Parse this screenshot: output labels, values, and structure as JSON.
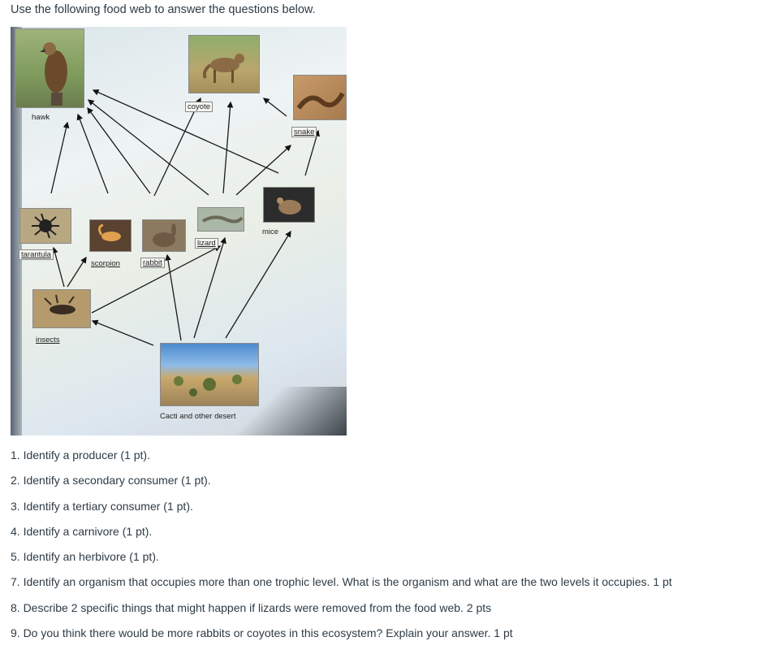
{
  "intro": "Use the following food web to answer the questions below.",
  "diagram": {
    "labels": {
      "hawk": "hawk",
      "coyote": "coyote",
      "snake": "snake",
      "mice": "mice",
      "tarantula": "tarantula",
      "scorpion": "scorpion",
      "rabbit": "rabbit",
      "lizard": "lizard",
      "insects": "insects",
      "producer": "Cacti and other desert"
    }
  },
  "questions": [
    "1.  Identify a producer (1 pt).",
    "2.  Identify a secondary consumer (1 pt).",
    "3.  Identify a tertiary consumer (1 pt).",
    "4.  Identify a carnivore (1 pt).",
    "5.  Identify an herbivore (1 pt).",
    "7.  Identify an organism that occupies more than one trophic level.  What is the organism and what are the two levels it occupies. 1 pt",
    "8.  Describe 2 specific things that might happen if lizards were removed from the food web.  2 pts",
    "9.  Do you think there would be more rabbits or coyotes in this ecosystem? Explain your answer.  1 pt"
  ]
}
